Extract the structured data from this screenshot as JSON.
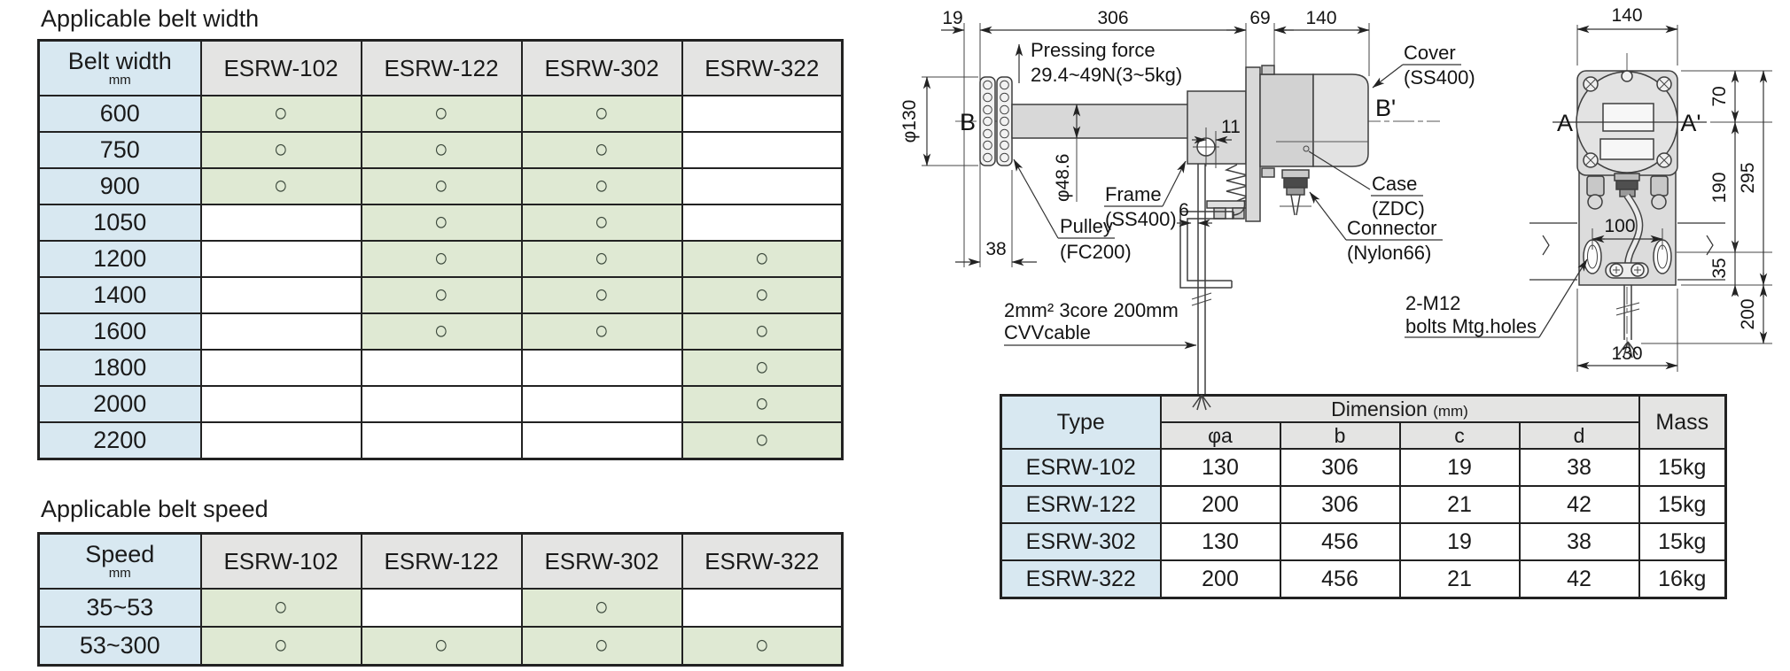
{
  "belt_width": {
    "title": "Applicable belt width",
    "row_header": {
      "label": "Belt width",
      "unit": "mm"
    },
    "models": [
      "ESRW-102",
      "ESRW-122",
      "ESRW-302",
      "ESRW-322"
    ],
    "mark_symbol": "○",
    "rows": [
      {
        "width": "600",
        "marks": [
          1,
          1,
          1,
          0
        ]
      },
      {
        "width": "750",
        "marks": [
          1,
          1,
          1,
          0
        ]
      },
      {
        "width": "900",
        "marks": [
          1,
          1,
          1,
          0
        ]
      },
      {
        "width": "1050",
        "marks": [
          0,
          1,
          1,
          0
        ]
      },
      {
        "width": "1200",
        "marks": [
          0,
          1,
          1,
          1
        ]
      },
      {
        "width": "1400",
        "marks": [
          0,
          1,
          1,
          1
        ]
      },
      {
        "width": "1600",
        "marks": [
          0,
          1,
          1,
          1
        ]
      },
      {
        "width": "1800",
        "marks": [
          0,
          0,
          0,
          1
        ]
      },
      {
        "width": "2000",
        "marks": [
          0,
          0,
          0,
          1
        ]
      },
      {
        "width": "2200",
        "marks": [
          0,
          0,
          0,
          1
        ]
      }
    ]
  },
  "belt_speed": {
    "title": "Applicable belt speed",
    "row_header": {
      "label": "Speed",
      "unit": "mm"
    },
    "models": [
      "ESRW-102",
      "ESRW-122",
      "ESRW-302",
      "ESRW-322"
    ],
    "mark_symbol": "○",
    "rows": [
      {
        "speed": "35~53",
        "marks": [
          1,
          0,
          1,
          0
        ]
      },
      {
        "speed": "53~300",
        "marks": [
          1,
          1,
          1,
          1
        ]
      }
    ]
  },
  "dimensions_table": {
    "type_header": "Type",
    "dimension_header": "Dimension",
    "dimension_unit": "(mm)",
    "sub_headers": [
      "φa",
      "b",
      "c",
      "d"
    ],
    "mass_header": "Mass",
    "rows": [
      {
        "type": "ESRW-102",
        "values": [
          "130",
          "306",
          "19",
          "38"
        ],
        "mass": "15kg"
      },
      {
        "type": "ESRW-122",
        "values": [
          "200",
          "306",
          "21",
          "42"
        ],
        "mass": "15kg"
      },
      {
        "type": "ESRW-302",
        "values": [
          "130",
          "456",
          "19",
          "38"
        ],
        "mass": "15kg"
      },
      {
        "type": "ESRW-322",
        "values": [
          "200",
          "456",
          "21",
          "42"
        ],
        "mass": "16kg"
      }
    ]
  },
  "drawing": {
    "side_view": {
      "dim_19": "19",
      "dim_306": "306",
      "dim_69": "69",
      "dim_140": "140",
      "dim_phi130": "φ130",
      "dim_38": "38",
      "dim_phi48_6": "φ48.6",
      "dim_11": "11",
      "dim_6": "6",
      "section_b": "B",
      "section_b_prime": "B'",
      "pressing_force_line1": "Pressing force",
      "pressing_force_line2": "29.4~49N(3~5kg)",
      "frame_label": "Frame",
      "frame_material": "(SS400)",
      "pulley_label": "Pulley",
      "pulley_material": "(FC200)",
      "cover_label": "Cover",
      "cover_material": "(SS400)",
      "case_label": "Case",
      "case_material": "(ZDC)",
      "connector_label": "Connector",
      "connector_material": "(Nylon66)",
      "cable_label_line1": "2mm² 3core 200mm",
      "cable_label_line2": "CVVcable"
    },
    "front_view": {
      "dim_140": "140",
      "dim_70": "70",
      "dim_190": "190",
      "dim_295": "295",
      "dim_100": "100",
      "dim_35": "35",
      "dim_200": "200",
      "dim_130": "130",
      "section_a": "A",
      "section_a_prime": "A'",
      "bolts_label_line1": "2-M12",
      "bolts_label_line2": "bolts Mtg.holes"
    }
  }
}
